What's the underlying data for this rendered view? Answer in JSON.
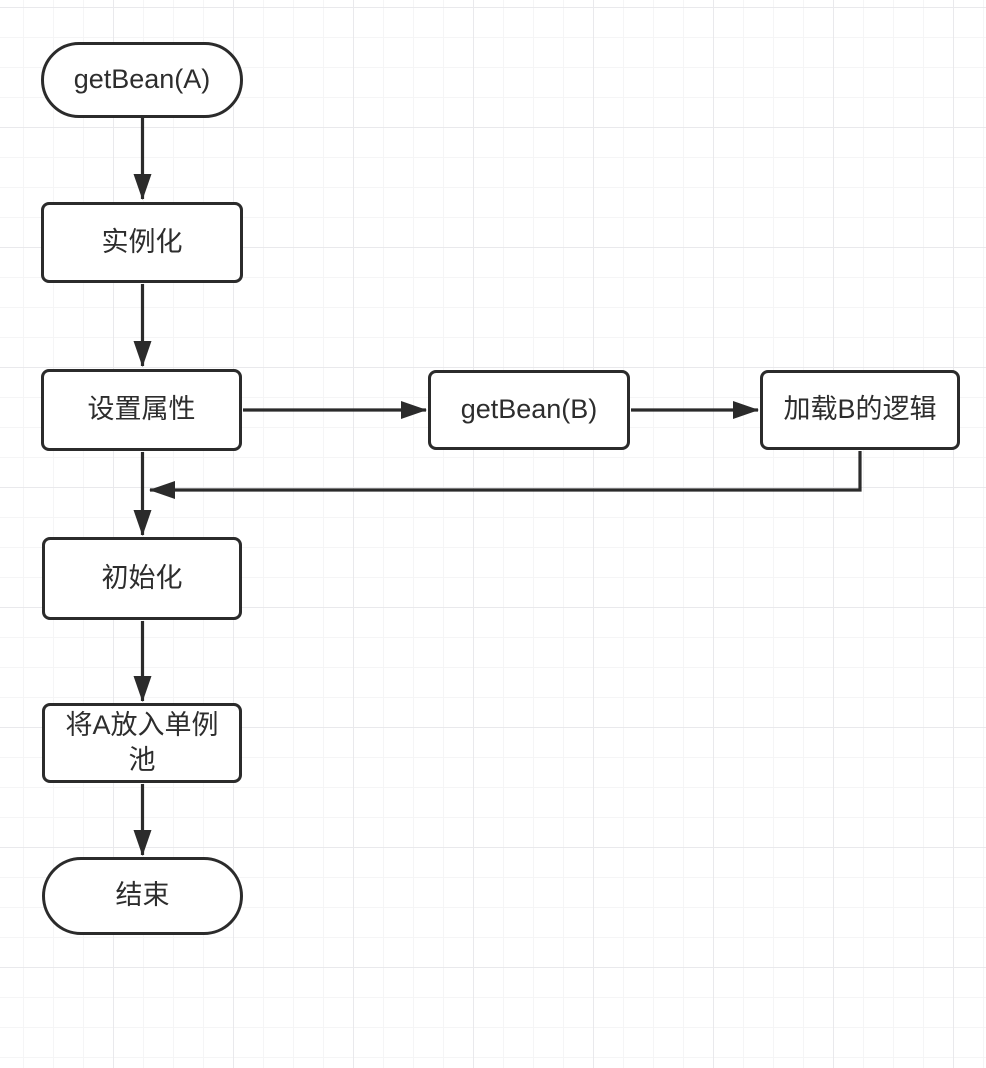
{
  "diagram": {
    "type": "flowchart",
    "colors": {
      "stroke": "#2b2b2b",
      "text": "#2d2d2d",
      "node_fill": "#ffffff",
      "grid_minor": "#f5f5f6",
      "grid_major": "#e9e9ec",
      "background": "#ffffff"
    },
    "nodes": {
      "start": {
        "label": "getBean(A)",
        "shape": "stadium"
      },
      "instantiate": {
        "label": "实例化",
        "shape": "rect"
      },
      "set_properties": {
        "label": "设置属性",
        "shape": "rect"
      },
      "get_bean_b": {
        "label": "getBean(B)",
        "shape": "rect"
      },
      "load_b_logic": {
        "label": "加载B的逻辑",
        "shape": "rect"
      },
      "initialize": {
        "label": "初始化",
        "shape": "rect"
      },
      "put_a_in_singleton_pool": {
        "label": "将A放入单例池",
        "shape": "rect"
      },
      "end": {
        "label": "结束",
        "shape": "stadium"
      }
    },
    "edges": [
      {
        "from": "getBean(A)",
        "to": "实例化"
      },
      {
        "from": "实例化",
        "to": "设置属性"
      },
      {
        "from": "设置属性",
        "to": "getBean(B)"
      },
      {
        "from": "getBean(B)",
        "to": "加载B的逻辑"
      },
      {
        "from": "加载B的逻辑",
        "to": "初始化",
        "route": "down-then-left, rejoins main flow above 初始化"
      },
      {
        "from": "设置属性",
        "to": "初始化"
      },
      {
        "from": "初始化",
        "to": "将A放入单例池"
      },
      {
        "from": "将A放入单例池",
        "to": "结束"
      }
    ]
  }
}
